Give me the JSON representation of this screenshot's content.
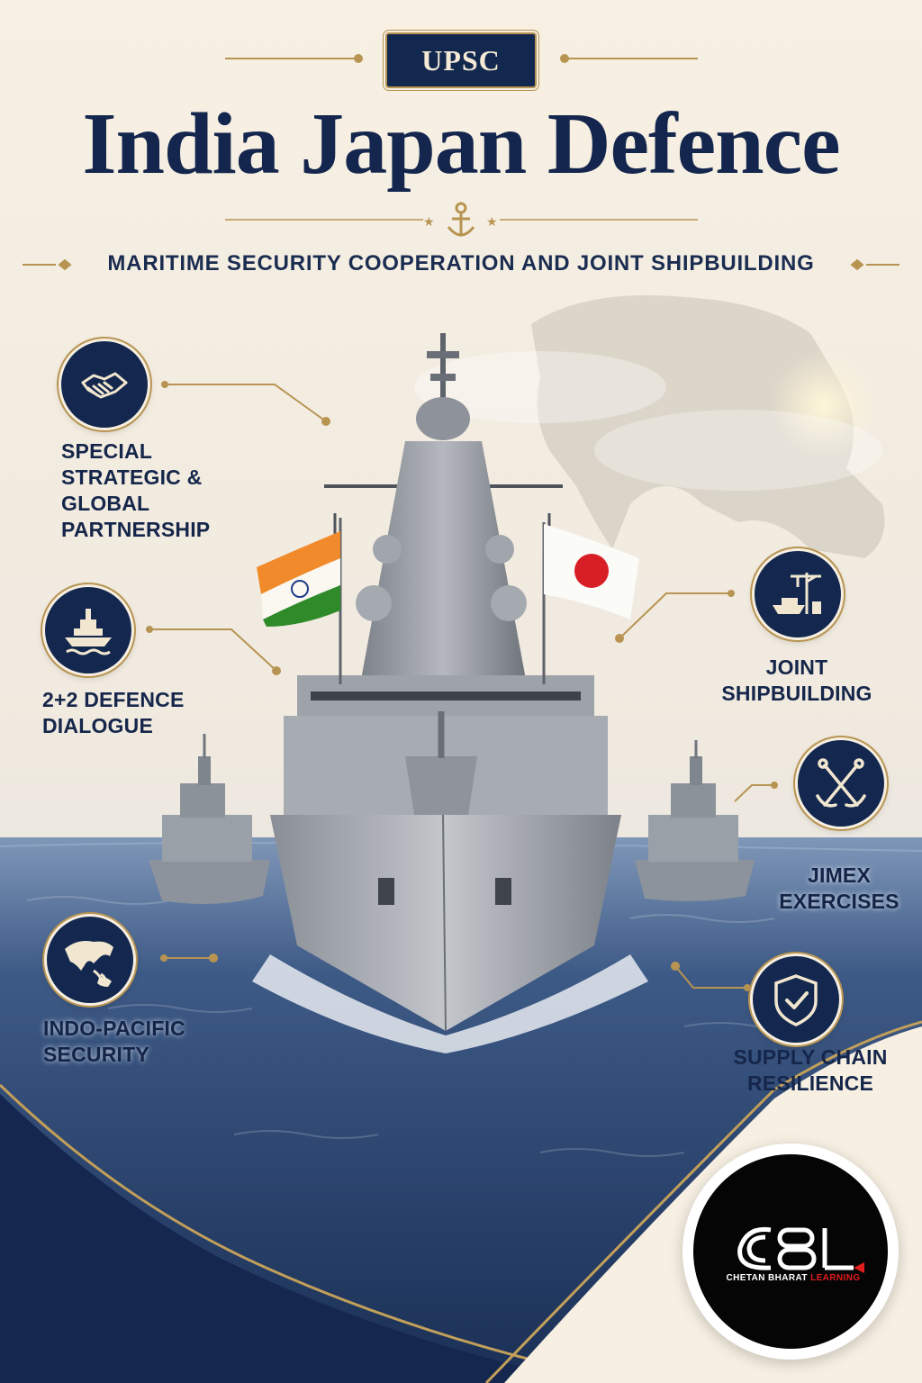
{
  "header": {
    "badge": "UPSC",
    "title": "India Japan Defence",
    "subtitle": "MARITIME SECURITY COOPERATION AND JOINT SHIPBUILDING"
  },
  "topics": {
    "left": [
      {
        "icon": "handshake-icon",
        "label": "SPECIAL STRATEGIC & GLOBAL PARTNERSHIP"
      },
      {
        "icon": "warship-icon",
        "label": "2+2 DEFENCE DIALOGUE"
      },
      {
        "icon": "asia-map-icon",
        "label": "INDO-PACIFIC SECURITY"
      }
    ],
    "right": [
      {
        "icon": "shipyard-crane-icon",
        "label": "JOINT SHIPBUILDING"
      },
      {
        "icon": "crossed-anchors-icon",
        "label": "JIMEX EXERCISES"
      },
      {
        "icon": "shield-check-icon",
        "label": "SUPPLY CHAIN RESILIENCE"
      }
    ]
  },
  "flags": {
    "india": "indian-flag",
    "japan": "japanese-flag"
  },
  "logo": {
    "mark": "CBL",
    "tagline_white": "CHETAN BHARAT",
    "tagline_red": "LEARNING"
  },
  "colors": {
    "navy": "#14284f",
    "gold": "#b89452",
    "cream": "#f6efe2",
    "sea": "#2c4a78"
  }
}
